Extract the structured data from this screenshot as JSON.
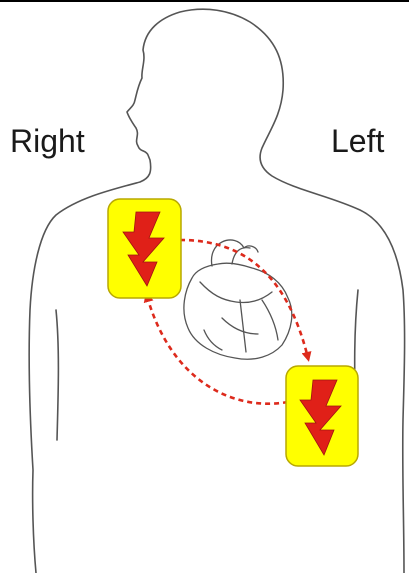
{
  "labels": {
    "right": "Right",
    "left": "Left"
  },
  "icons": {
    "pad": "lightning-bolt-icon",
    "organ": "heart-icon",
    "figure": "human-torso-outline"
  },
  "colors": {
    "pad_fill": "#ffff00",
    "pad_stroke": "#b8a800",
    "bolt": "#e02018",
    "arrow": "#dd2a1c",
    "outline": "#555555",
    "label_text": "#1a1a1a"
  }
}
